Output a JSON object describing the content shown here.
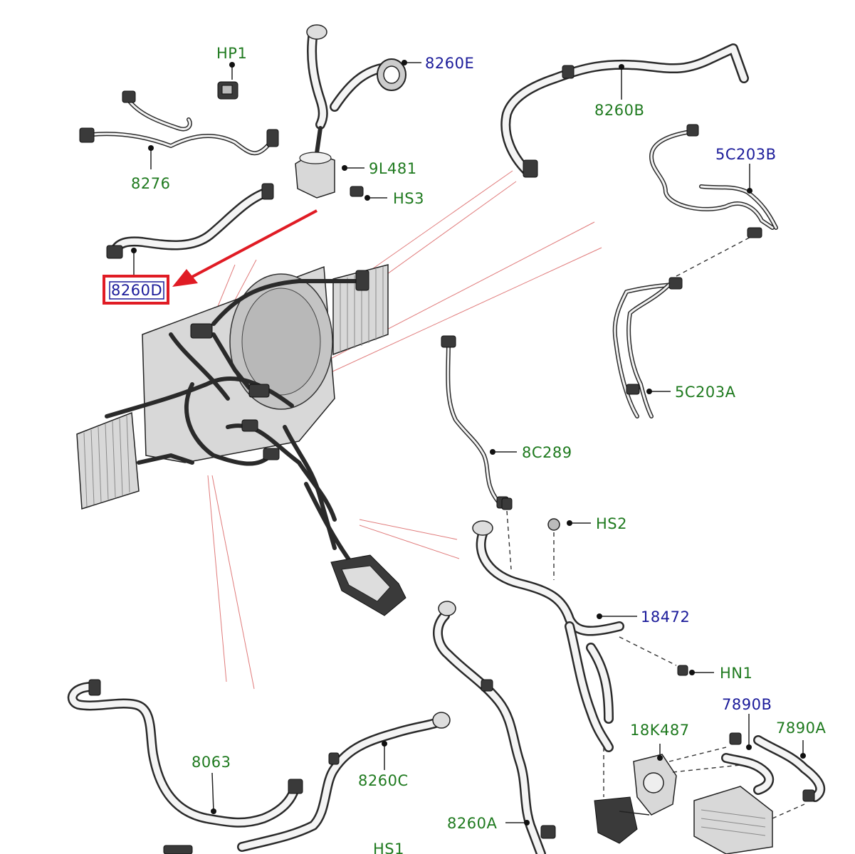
{
  "colors": {
    "green_label": "#1f7a1f",
    "blue_label": "#1b1b9a",
    "highlight_box": "#e01b24",
    "callout_arrow": "#e01b24",
    "reference_lines": "#e07a7a"
  },
  "labels": {
    "hp1": "HP1",
    "e8260": "8260E",
    "b8260": "8260B",
    "p8276": "8276",
    "l9481": "9L481",
    "hs3": "HS3",
    "c5203b": "5C203B",
    "d8260": "8260D",
    "c5203a": "5C203A",
    "c8289": "8C289",
    "hs2": "HS2",
    "p18472": "18472",
    "hn1": "HN1",
    "b7890": "7890B",
    "a7890": "7890A",
    "k18487": "18K487",
    "p8063": "8063",
    "c8260": "8260C",
    "a8260": "8260A",
    "hs1": "HS1"
  }
}
